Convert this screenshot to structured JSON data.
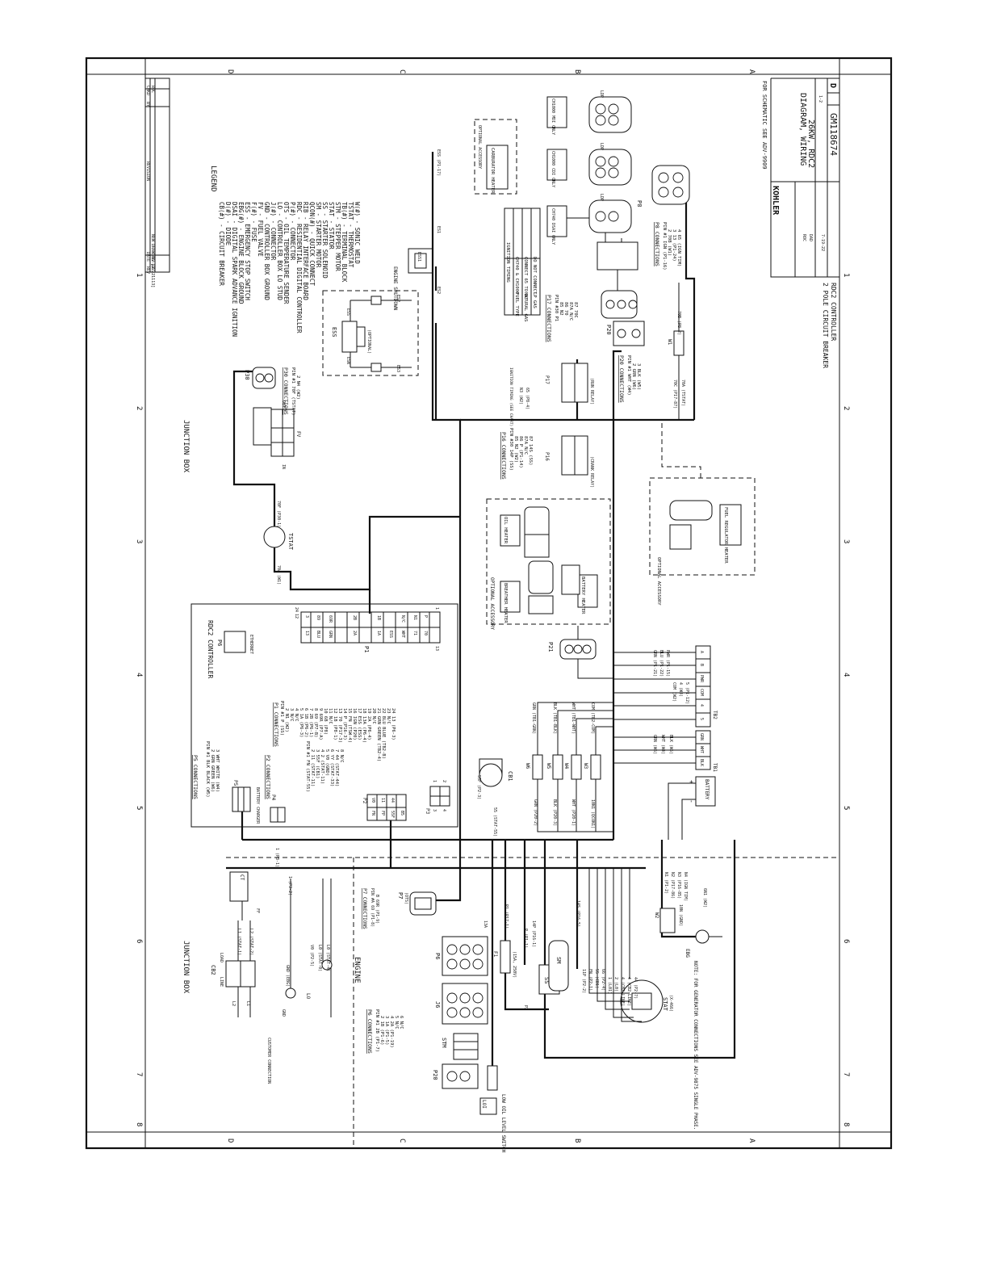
{
  "border": {
    "zones_top": [
      "D",
      "C",
      "B",
      "A"
    ],
    "zones_bottom": [
      "D",
      "C",
      "B",
      "A"
    ],
    "zones_left": [
      "1",
      "2",
      "3",
      "4",
      "5",
      "6",
      "7",
      "8"
    ],
    "zones_right": [
      "1",
      "2",
      "3",
      "4",
      "5",
      "6",
      "7",
      "8"
    ]
  },
  "revision_table": {
    "headers": [
      "REV",
      "DATE",
      "REVISION",
      "BY",
      "CHKD"
    ],
    "row": [
      "-",
      "7-19-22",
      "NEW DRAWING [22221113]",
      "",
      "ROC"
    ]
  },
  "legend": {
    "title": "LEGEND",
    "items": [
      "CB(#) - CIRCUIT BREAKER",
      "D(#) - DIODE",
      "DSAI - DIGITAL SPARK ADVANCE IGNITION",
      "EBG(#) - ENGINE BLOCK GROUND",
      "ESS - EMERGENCY STOP SWITCH",
      "F(#) - FUSE",
      "FV - FUEL VALVE",
      "GND - CONTROLLER BOX GROUND",
      "J(#) - CONNECTOR",
      "LO - CONTROLLER BOX LO STUD",
      "OTS - OIL TEMPERATURE SENDER",
      "P(#) - CONNECTOR",
      "RDC - RESIDENTIAL DIGITAL CONTROLLER",
      "RIB - RELAY INTERFACE BOARD",
      "QCON(#) - QUICK CONNECT",
      "SM - STARTER MOTOR",
      "SS - STARTER SOLENOID",
      "STAT - STATOR",
      "STM - STEPPER MOTOR",
      "TB(#) - TERMINAL BLOCK",
      "TSTAT - THERMOSTAT",
      "W(#) - SONIC WELD"
    ]
  },
  "schematic_note": "FOR SCHEMATIC SEE ADV-9909",
  "title_block": {
    "company": "KOHLER",
    "title_lines": [
      "DIAGRAM, WIRING",
      "26KW, RDC2"
    ],
    "drawing_no": "GM118674",
    "sheet": "1-2",
    "rev": "D",
    "date": "7-19-22",
    "drawn": "ROC",
    "checked": "DAD"
  },
  "subtitle": {
    "line1": "2 POLE CIRCUIT BREAKER",
    "line2": "RDC2 CONTROLLER"
  },
  "sections": {
    "junction_box_upper": "JUNCTION BOX",
    "junction_box_lower": "JUNCTION BOX",
    "engine": "ENGINE"
  },
  "controller": {
    "title": "RDC2 CONTROLLER",
    "p6": "P6",
    "ethernet": "ETHERNET",
    "p1_label": "P1",
    "p2_label": "P2",
    "p3_label": "P3",
    "p4_label": "P4",
    "p5_label": "P5",
    "battery_charger": "BATTERY CHARGER",
    "p5_connections": {
      "title": "P5 CONNECTIONS",
      "rows": [
        "PIN #1  BLK  BLACK (W5)",
        "2  GRN  GREEN (W6)",
        "3  WHT  WHITE (W4)"
      ]
    },
    "p2_connections": {
      "title": "P2 CONNECTIONS",
      "rows": [
        "PIN #1  FN  (STAT-55)",
        "2  11  (STAT-11)",
        "3  55F  (CB1)",
        "4  2  (STAT-11)",
        "5  V0  (GND)",
        "6  YY  (STAT-33)",
        "7  44  (STAT-44)",
        "8  N/C"
      ]
    },
    "p1_connections": {
      "title": "P1 CONNECTIONS",
      "rows": [
        "PIN #1  P  (SS)",
        "2  N1  (W2)",
        "3  N/C",
        "4  N/C",
        "5  1A  (P6-3)",
        "6  1B  (P6-2)",
        "7  2B  (P6-1)",
        "8  69  (P7-B)",
        "9  69R  (P7-A)",
        "10  6B  (P8)",
        "11  N/C",
        "12  1B  (P8-1)",
        "13  70  (P17-3)",
        "14  P  (P16-3)",
        "15  FN  (TSW-4)",
        "16  IGN  (P20)",
        "17  ESS  (ESS)",
        "18  13A  (P6-4)",
        "19  2A  (P6-4)",
        "20  N/C",
        "21  GRN  GREEN (TB2-4)",
        "22  BLU  BLUE (TB2-B)",
        "23  N/C",
        "24  13  (P6-3)"
      ]
    },
    "p1_pin_grid": [
      "12",
      "24",
      "3",
      "13",
      "89",
      "BLU",
      "69R",
      "GRN",
      "2B",
      "2A",
      "1B",
      "1A",
      "ESS",
      "N/C",
      "WHT",
      "N1",
      "71",
      "P",
      "70",
      "1",
      "13"
    ],
    "p2_pin_grid": [
      "V0",
      "FN",
      "11",
      "FP",
      "44",
      "55F",
      "B5"
    ],
    "p3_pin_grid": [
      "1",
      "2",
      "3",
      "4"
    ]
  },
  "fuel_valve": {
    "label": "FV",
    "in": "IN",
    "out": "OUT",
    "p30": "P30",
    "p30_connections": {
      "title": "P30 CONNECTIONS",
      "rows": [
        "PIN #1  70F  (TSTAT)",
        "2  N4  (W2)"
      ]
    }
  },
  "tstat": {
    "label": "TSTAT",
    "wire_a": "70A (W1)",
    "wire_b": "70F (P30-1)"
  },
  "ess": {
    "label": "ESS",
    "optional": "(OPTIONAL)",
    "wires": [
      "ESS",
      "ESN",
      "ESS",
      "ESN",
      "ES2",
      "ES3"
    ]
  },
  "engine_shutdown": {
    "label": "ENGINE SHUTDOWN",
    "ref": "ESS1",
    "wires": [
      "ES1",
      "ES2",
      "ESS (P1-17)"
    ]
  },
  "ignition_timing": {
    "title": "IGNITION TIMING",
    "header": [
      "FUEL TYPE",
      "CH740 & CH1000"
    ],
    "rows": [
      [
        "NATURAL GAS",
        "CONNECT 65 TO N3"
      ],
      [
        "LP GAS",
        "DO NOT CONNECT"
      ]
    ],
    "note": "IGNITION TIMING (SEE CHART)",
    "wires": [
      "N3 (W2)",
      "65 (P8-4)"
    ]
  },
  "relays": {
    "p17": "P17",
    "run_relay": "(RUN RELAY)",
    "p17_connections": {
      "title": "P17 CONNECTIONS",
      "rows": [
        "PIN #30  P1",
        "85  N2",
        "86  70",
        "87A  N/C",
        "87  70C"
      ]
    },
    "p16": "P16",
    "crank_relay": "(CRANK RELAY)",
    "p16_connections": {
      "title": "P16 CONNECTIONS",
      "rows": [
        "PIN #30  14P  (SS)",
        "85  N2  (W2)",
        "86  P  (P1-14)",
        "87A  N/C",
        "87  14S  (SS)"
      ]
    }
  },
  "p20_block": {
    "label": "P20",
    "p20_connections": {
      "title": "P20 CONNECTIONS",
      "rows": [
        "PIN #1  WHT  (W4)",
        "2  GRN  (W6)",
        "3  BLK  (W5)"
      ]
    }
  },
  "p8": {
    "label": "P8",
    "p8_connections": {
      "title": "P8 CONNECTIONS",
      "rows": [
        "PIN #1  IGN  (P1-16)",
        "2  70B  (W1)",
        "3  13  (P1-24)",
        "4  65  (IGN TIM)"
      ]
    },
    "pins": [
      "IGN",
      "70B",
      "13",
      "65"
    ]
  },
  "ignition_modules": [
    {
      "label": "CH740 DSAI ONLY",
      "ldp": "LDP"
    },
    {
      "label": "CH1000 CDI ONLY",
      "ldp": "LDP"
    },
    {
      "label": "CH1000 MDI ONLY",
      "ldp": "LDP"
    }
  ],
  "carburetor_heater": {
    "optional": "OPTIONAL ACCESSORY",
    "label": "CARBURATOR HEATER"
  },
  "optional_heaters": {
    "title": "OPTIONAL ACCESSORY",
    "oil_heater": "OIL HEATER",
    "breather_heater": "BREATHER HEATER",
    "battery_heater": "BATTERY HEATER"
  },
  "fuel_regulator": {
    "title": "OPTIONAL ACCESSORY",
    "label": "FUEL REGULATOR HEATER"
  },
  "p21": "P21",
  "w1": {
    "label": "W1",
    "wires": [
      "70B (P8-2)",
      "70C (P17-87)",
      "70A (TSTAT)"
    ]
  },
  "terminal_blocks": {
    "tb1": "TB1",
    "tb2": "TB2",
    "tb1_terms": [
      "GRN",
      "WHT",
      "BLK"
    ],
    "tb2_terms": [
      "A",
      "B",
      "PWR",
      "COM",
      "4",
      "5"
    ],
    "tb2_wires": [
      "GRN (P1-21)",
      "BLU (P1-22)",
      "PWR (P1-15)",
      "COM (W2)",
      "4 (W3)",
      "5 (P1-12)"
    ],
    "tb1_wires": [
      "GRN (W6)",
      "WHT (W4)",
      "BLK (W5)"
    ]
  },
  "battery": {
    "label": "BATTERY",
    "plus": "+",
    "minus": "-"
  },
  "welds": {
    "w6": "W6",
    "w5": "W5",
    "w4": "W4",
    "w3": "W3",
    "w2": "W2",
    "w_wires": [
      "GRN (P20-2)",
      "GRN (TB1-GRN)",
      "BLK (P20-3)",
      "BLK (TB1-BLK)",
      "WHT (P20-1)",
      "WHT (TB1-WHT)",
      "ESN (P5-2)",
      "COM (TB2-COM)",
      "10N1 (SEE)",
      "10N1 (QCON1)"
    ]
  },
  "cb1": {
    "label": "CB1",
    "wires": [
      "55F (P2-3)",
      "55 (STAT-55)"
    ]
  },
  "cb2": {
    "label": "CB2",
    "load": "LOAD",
    "line": "LINE",
    "terms": [
      "L2",
      "L1"
    ],
    "wires": [
      "L1 (STAT-1)",
      "L2 (STAT-2)"
    ]
  },
  "ct": {
    "label": "CT",
    "wires": [
      "1 (P3-1)",
      "1 (P3-2)",
      "FF"
    ]
  },
  "customer_connection": "CUSTOMER CONNECTION",
  "lo_gnd": {
    "lo": "LO",
    "gnd": "GND",
    "wires": [
      "V0 (P2-5)",
      "L0 (STAT-0)",
      "GND (EBG)",
      "L0 (STAT-4)"
    ]
  },
  "p7": {
    "label": "P7",
    "ots": "(OTS)",
    "p7_connections": {
      "title": "P7 CONNECTIONS",
      "rows": [
        "PIN #A  69  (P1-8)",
        "B  69R  (P1-9)"
      ]
    }
  },
  "p6_engine": {
    "label": "P6",
    "j6": "J6",
    "pins": [
      "1B",
      "1A",
      "13A",
      "2A",
      "2B",
      "13"
    ],
    "p6_connections": {
      "title": "P6 CONNECTIONS",
      "rows": [
        "PIN #1  2B  (P1-7)",
        "2  1B  (P1-6)",
        "3  1A  (P1-5)",
        "4  2A  (P1-19)",
        "5  N/C",
        "6  N/C"
      ]
    }
  },
  "stm": {
    "label": "STM",
    "p20": "P20"
  },
  "loi": {
    "label": "LOI",
    "switch": "LOW OIL LEVEL SWITCH"
  },
  "fuse": {
    "label": "F1",
    "rating": "(15A, 250V)",
    "wires": [
      "P1 (P17-1)",
      "P (P1-1)",
      "P2"
    ]
  },
  "starter": {
    "ss": "SS",
    "sm": "SM",
    "wires": [
      "14P (P16-1)",
      "14S (P16-5)"
    ]
  },
  "stator": {
    "label": "STAT",
    "sublabel": "(X-466)",
    "wires": [
      "11P (P2-2)",
      "FN (P2-1)",
      "55 (CB1)",
      "66 (P2-4)",
      "1 (L01)",
      "2 (L0)",
      "4 (CB2-LINE)",
      "4 (CB2-LINE)",
      "44 (P2-7)"
    ]
  },
  "ebg": {
    "label": "EBG",
    "wires": [
      "10N (GND)",
      "N1 (P1-2)",
      "N2 (P17-86)",
      "N3 (P16-85)",
      "N4 (IGN TIM)",
      "6N1 (W2)",
      "N4 (P30-2)"
    ]
  },
  "stat_note": "NOTE: FOR GENERATOR CONNECTIONS SEE ADV-9875 SINGLE PHASE."
}
